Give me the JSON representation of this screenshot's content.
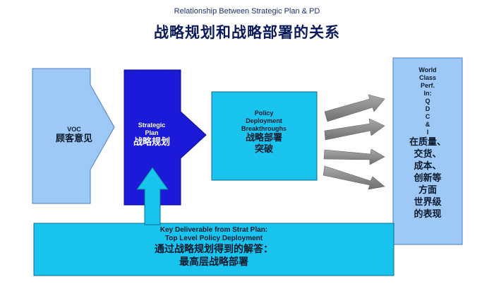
{
  "header": {
    "subtitle": "Relationship Between Strategic Plan & PD",
    "title": "战略规划和战略部署的关系"
  },
  "voc": {
    "en": "VOC",
    "zh": "顾客意见"
  },
  "strategic_plan": {
    "en_line1": "Strategic",
    "en_line2": "Plan",
    "zh": "战略规划"
  },
  "policy_deployment": {
    "en_line1": "Policy",
    "en_line2": "Deployment",
    "en_line3": "Breakthroughs",
    "zh_line1": "战略部署",
    "zh_line2": "突破"
  },
  "deliverable": {
    "en_line1": "Key Deliverable from Strat Plan:",
    "en_line2": "Top Level Policy Deployment",
    "zh_line1": "通过战略规划得到的解答：",
    "zh_line2": "最高层战略部署"
  },
  "world_class": {
    "en_lines": [
      "World",
      "Class",
      "Perf.",
      "In:",
      "Q",
      "D",
      "C",
      "&",
      "I"
    ],
    "zh_lines": [
      "在质量、",
      "交货、",
      "成本、",
      "创新等",
      "方面",
      "世界级",
      "的表现"
    ]
  },
  "colors": {
    "light_blue": "#9ec8f5",
    "dark_blue": "#1a1ad8",
    "cyan": "#18c3ee",
    "gray_arrow": "#8a8a8a"
  }
}
